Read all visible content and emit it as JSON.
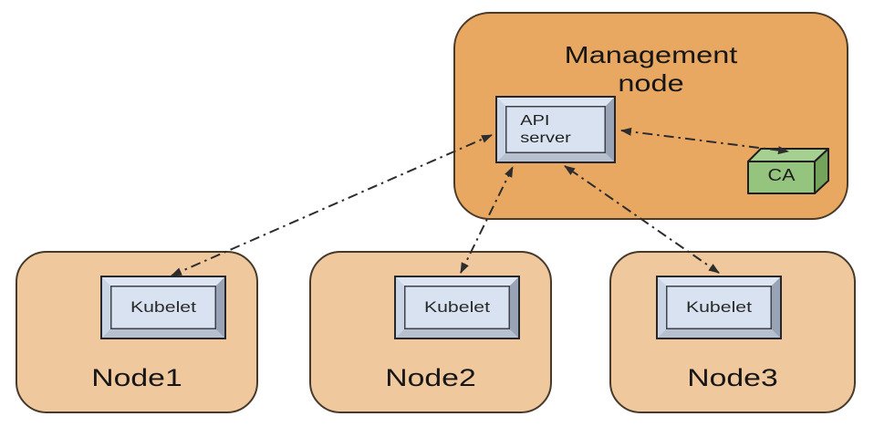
{
  "diagram": {
    "management_node": {
      "label": "Management\nnode",
      "fill": "#E9A861",
      "api_server": {
        "label": "API\nserver",
        "face_fill": "#D8E2F1"
      },
      "ca": {
        "label": "CA",
        "front_fill": "#94C47E",
        "top_fill": "#A6CF92",
        "side_fill": "#74A35C"
      }
    },
    "worker_nodes": [
      {
        "label": "Node1",
        "component_label": "Kubelet"
      },
      {
        "label": "Node2",
        "component_label": "Kubelet"
      },
      {
        "label": "Node3",
        "component_label": "Kubelet"
      }
    ],
    "worker_node_fill": "#F0C89E",
    "arrow_style": {
      "color": "#2d2d2d",
      "pattern": "dash-dot",
      "bidirectional": true
    },
    "connections": [
      {
        "from": "kubelet-node1",
        "to": "api-server"
      },
      {
        "from": "kubelet-node2",
        "to": "api-server"
      },
      {
        "from": "kubelet-node3",
        "to": "api-server"
      },
      {
        "from": "api-server",
        "to": "ca"
      }
    ]
  }
}
